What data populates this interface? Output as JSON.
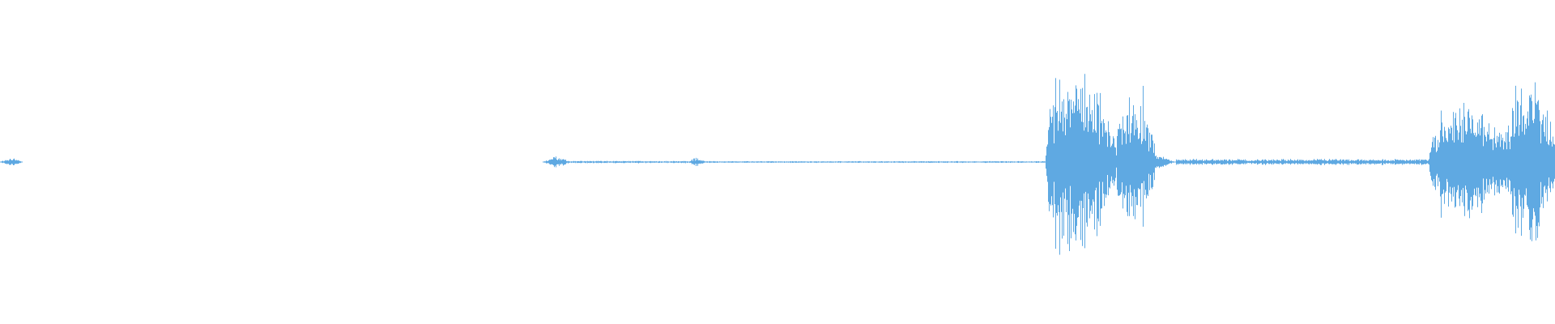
{
  "waveform": {
    "color": "#5FA9E2",
    "background": "#ffffff",
    "segments": [
      {
        "start": 0.0,
        "end": 0.014,
        "amplitude": 0.03,
        "kind": "blip"
      },
      {
        "start": 0.349,
        "end": 0.367,
        "amplitude": 0.035,
        "kind": "blip"
      },
      {
        "start": 0.367,
        "end": 0.442,
        "amplitude": 0.008,
        "kind": "faint"
      },
      {
        "start": 0.442,
        "end": 0.454,
        "amplitude": 0.03,
        "kind": "blip"
      },
      {
        "start": 0.454,
        "end": 0.672,
        "amplitude": 0.006,
        "kind": "faint"
      },
      {
        "start": 0.672,
        "end": 0.713,
        "amplitude": 0.62,
        "kind": "burst"
      },
      {
        "start": 0.713,
        "end": 0.717,
        "amplitude": 0.18,
        "kind": "dip"
      },
      {
        "start": 0.717,
        "end": 0.742,
        "amplitude": 0.45,
        "kind": "burst"
      },
      {
        "start": 0.742,
        "end": 0.756,
        "amplitude": 0.06,
        "kind": "tail"
      },
      {
        "start": 0.756,
        "end": 0.918,
        "amplitude": 0.02,
        "kind": "noise"
      },
      {
        "start": 0.918,
        "end": 0.968,
        "amplitude": 0.4,
        "kind": "burst"
      },
      {
        "start": 0.968,
        "end": 1.0,
        "amplitude": 0.55,
        "kind": "burst"
      }
    ]
  }
}
